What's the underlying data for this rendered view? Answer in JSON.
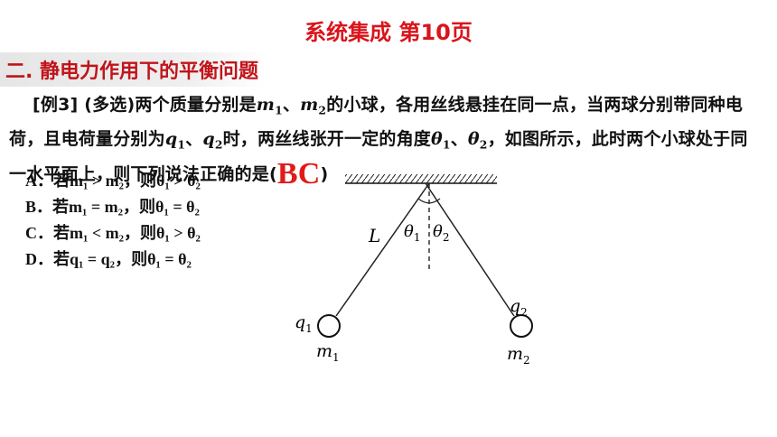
{
  "header": {
    "title": "系统集成 第10页",
    "section": "二. 静电力作用下的平衡问题"
  },
  "problem": {
    "tag": "[例3]",
    "type": "(多选)",
    "t1": "两个质量分别是",
    "m1": "m",
    "m1_sub": "1",
    "sep1": "、",
    "m2": "m",
    "m2_sub": "2",
    "t2": "的小球，各用丝线悬挂在同一点，当两球分别带同种电荷，且电荷量分别为",
    "q1": "q",
    "q1_sub": "1",
    "sep2": "、",
    "q2": "q",
    "q2_sub": "2",
    "t3": "时，两丝线张开一定的角度",
    "th1": "θ",
    "th1_sub": "1",
    "sep3": "、",
    "th2": "θ",
    "th2_sub": "2",
    "t4": "，如图所示，此时两个小球处于同一水平面上，则下列说法正确的是(",
    "answer": "BC",
    "close": ")"
  },
  "options": [
    {
      "label": "A．",
      "text": "若m₁ > m₂，则θ₁ > θ₂"
    },
    {
      "label": "B．",
      "text": "若m₁ = m₂，则θ₁ = θ₂"
    },
    {
      "label": "C．",
      "text": "若m₁ < m₂，则θ₁ > θ₂"
    },
    {
      "label": "D．",
      "text": "若q₁ = q₂，则θ₁ = θ₂"
    }
  ],
  "diagram": {
    "string_label": "L",
    "theta1": "θ",
    "theta1_sub": "1",
    "theta2": "θ",
    "theta2_sub": "2",
    "q1": "q",
    "q1_sub": "1",
    "q2": "q",
    "q2_sub": "2",
    "m1": "m",
    "m1_sub": "1",
    "m2": "m",
    "m2_sub": "2"
  }
}
